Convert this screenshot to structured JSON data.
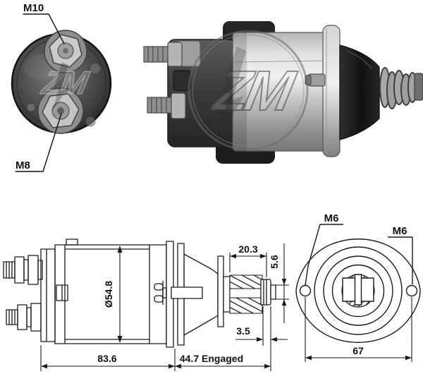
{
  "brand_watermark": "ZM",
  "end_view": {
    "terminal_top_label": "M10",
    "terminal_bottom_label": "M8"
  },
  "side_view": {
    "body_diameter": "Ø54.8",
    "body_length": "83.6",
    "engaged_length": "44.7 Engaged",
    "plunger_dim": "20.3",
    "pin_dim": "5.6",
    "tip_dim": "3.5"
  },
  "front_view": {
    "mount_hole_left": "M6",
    "mount_hole_right": "M6",
    "hole_spacing": "67"
  }
}
